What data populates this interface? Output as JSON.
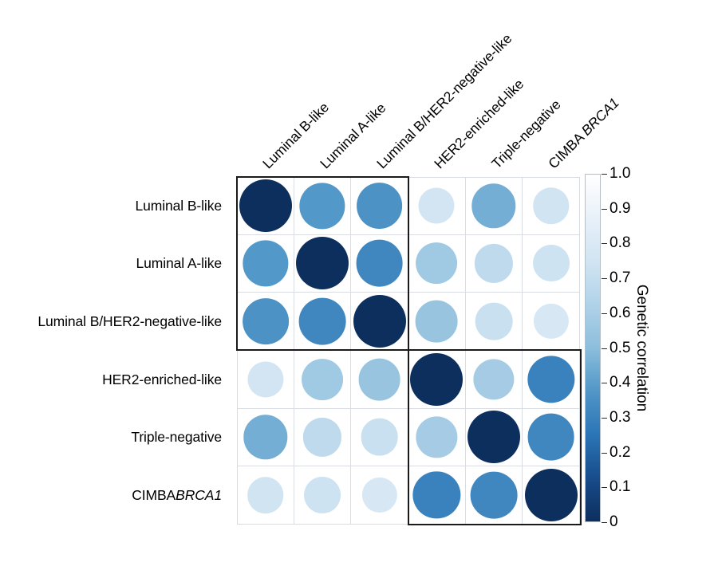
{
  "chart_data": {
    "type": "heatmap",
    "title": "",
    "xlabel": "",
    "ylabel": "",
    "legend_title": "Genetic correlation",
    "colormap": "Blues",
    "value_range": [
      0,
      1.0
    ],
    "grid": true,
    "encoding": "circle area and fill color both scale with genetic correlation",
    "categories": [
      "Luminal B-like",
      "Luminal A-like",
      "Luminal B/HER2-negative-like",
      "HER2-enriched-like",
      "Triple-negative",
      "CIMBA BRCA1"
    ],
    "row_labels": [
      "Luminal B-like",
      "Luminal A-like",
      "Luminal B/HER2-negative-like",
      "HER2-enriched-like",
      "Triple-negative",
      "CIMBA BRCA1"
    ],
    "col_labels": [
      "Luminal B-like",
      "Luminal A-like",
      "Luminal B/HER2-negative-like",
      "HER2-enriched-like",
      "Triple-negative",
      "CIMBA BRCA1"
    ],
    "matrix": [
      [
        1.0,
        0.62,
        0.64,
        0.24,
        0.55,
        0.25
      ],
      [
        0.62,
        1.0,
        0.68,
        0.43,
        0.32,
        0.26
      ],
      [
        0.64,
        0.68,
        1.0,
        0.46,
        0.28,
        0.22
      ],
      [
        0.24,
        0.43,
        0.46,
        1.0,
        0.41,
        0.7
      ],
      [
        0.55,
        0.32,
        0.28,
        0.41,
        1.0,
        0.68
      ],
      [
        0.25,
        0.26,
        0.22,
        0.7,
        0.68,
        1.0
      ]
    ],
    "colorbar": {
      "ticks": [
        "1.0",
        "0.9",
        "0.8",
        "0.7",
        "0.6",
        "0.5",
        "0.4",
        "0.3",
        "0.2",
        "0.1",
        "0"
      ],
      "tick_values": [
        1.0,
        0.9,
        0.8,
        0.7,
        0.6,
        0.5,
        0.4,
        0.3,
        0.2,
        0.1,
        0
      ],
      "min_color": "#ffffff",
      "mid_color": "#4292c6",
      "max_color": "#0d2f5e",
      "orientation": "vertical"
    },
    "cluster_boxes": [
      {
        "name": "luminal-cluster",
        "rows": [
          0,
          2
        ],
        "cols": [
          0,
          2
        ]
      },
      {
        "name": "basal-cluster",
        "rows": [
          3,
          5
        ],
        "cols": [
          3,
          5
        ]
      }
    ],
    "italic_token": "BRCA1"
  }
}
